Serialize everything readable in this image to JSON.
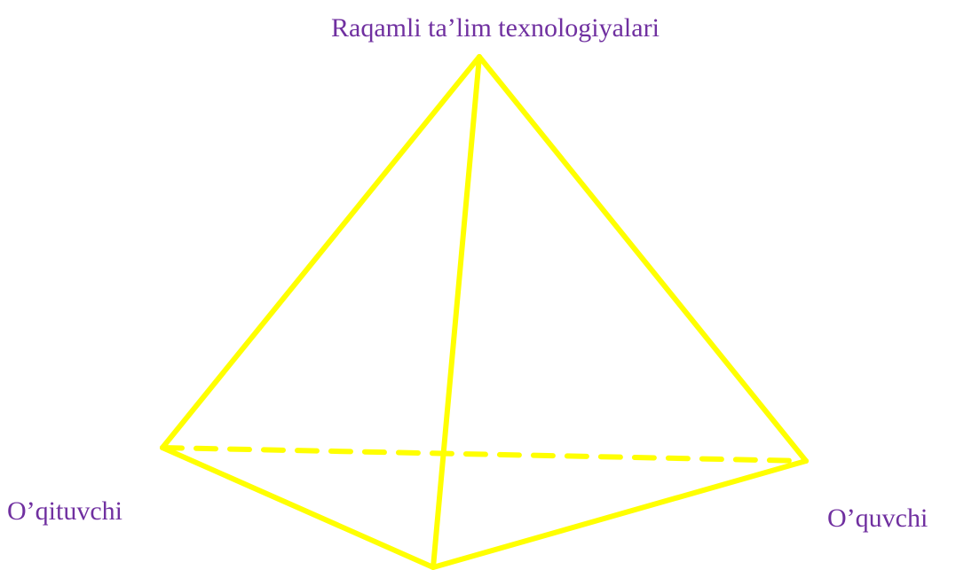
{
  "colors": {
    "edge": "#ffff00",
    "label_text": "#7030a0",
    "background": "#ffffff"
  },
  "diagram": {
    "type": "pyramid",
    "vertices": {
      "apex": "Raqamli ta’lim texnologiyalari",
      "left": "O’qituvchi",
      "right": "O’quvchi"
    }
  }
}
